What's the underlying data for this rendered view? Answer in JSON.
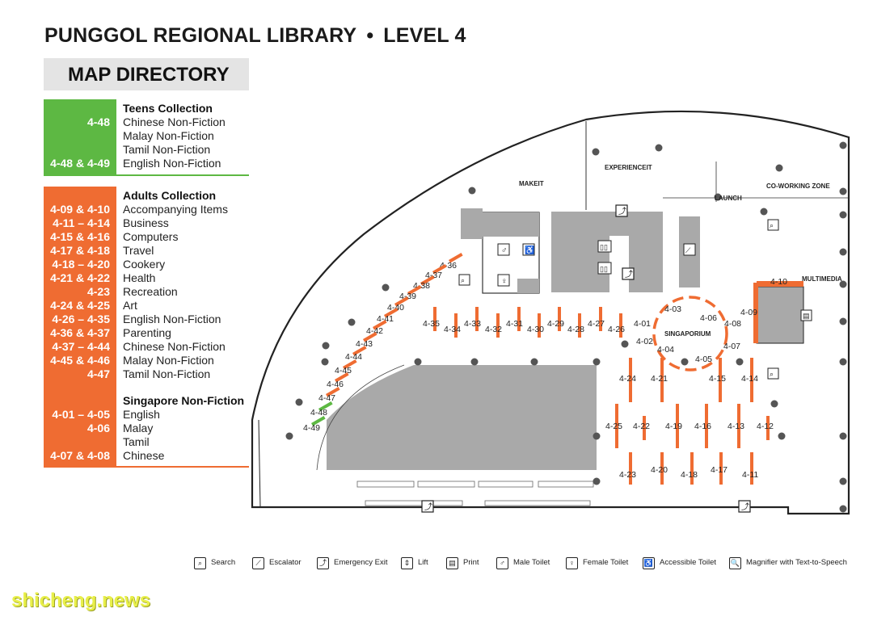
{
  "header": {
    "title_main": "PUNGGOL REGIONAL LIBRARY",
    "title_sep": "•",
    "title_level": "LEVEL 4"
  },
  "directory": {
    "heading": "MAP DIRECTORY",
    "teens": {
      "title": "Teens Collection",
      "color": "#5db843",
      "rows": [
        {
          "code": "4-48",
          "label": "Chinese Non-Fiction"
        },
        {
          "code": "",
          "label": "Malay Non-Fiction"
        },
        {
          "code": "",
          "label": "Tamil Non-Fiction"
        },
        {
          "code": "4-48 & 4-49",
          "label": "English Non-Fiction"
        }
      ]
    },
    "adults": {
      "title": "Adults Collection",
      "color": "#ef6c32",
      "rows": [
        {
          "code": "4-09 & 4-10",
          "label": "Accompanying Items"
        },
        {
          "code": "4-11 – 4-14",
          "label": "Business"
        },
        {
          "code": "4-15 & 4-16",
          "label": "Computers"
        },
        {
          "code": "4-17 & 4-18",
          "label": "Travel"
        },
        {
          "code": "4-18 – 4-20",
          "label": "Cookery"
        },
        {
          "code": "4-21 & 4-22",
          "label": "Health"
        },
        {
          "code": "4-23",
          "label": "Recreation"
        },
        {
          "code": "4-24 & 4-25",
          "label": "Art"
        },
        {
          "code": "4-26 – 4-35",
          "label": "English Non-Fiction"
        },
        {
          "code": "4-36 & 4-37",
          "label": "Parenting"
        },
        {
          "code": "4-37 – 4-44",
          "label": "Chinese Non-Fiction"
        },
        {
          "code": "4-45 & 4-46",
          "label": "Malay Non-Fiction"
        },
        {
          "code": "4-47",
          "label": "Tamil Non-Fiction"
        }
      ],
      "singapore_title": "Singapore Non-Fiction",
      "singapore_rows": [
        {
          "code": "4-01 – 4-05",
          "label": "English"
        },
        {
          "code": "4-06",
          "label": "Malay"
        },
        {
          "code": "",
          "label": "Tamil"
        },
        {
          "code": "4-07 & 4-08",
          "label": "Chinese"
        }
      ]
    }
  },
  "map": {
    "zones": [
      "MAKEIT",
      "EXPERIENCEIT",
      "LAUNCH",
      "CO-WORKING ZONE",
      "MULTIMEDIA",
      "SINGAPORIUM"
    ],
    "shelves": [
      "4-01",
      "4-02",
      "4-03",
      "4-04",
      "4-05",
      "4-06",
      "4-07",
      "4-08",
      "4-09",
      "4-10",
      "4-11",
      "4-12",
      "4-13",
      "4-14",
      "4-15",
      "4-16",
      "4-17",
      "4-18",
      "4-19",
      "4-20",
      "4-21",
      "4-22",
      "4-23",
      "4-24",
      "4-25",
      "4-26",
      "4-27",
      "4-28",
      "4-29",
      "4-30",
      "4-31",
      "4-32",
      "4-33",
      "4-34",
      "4-35",
      "4-36",
      "4-37",
      "4-38",
      "4-39",
      "4-40",
      "4-41",
      "4-42",
      "4-43",
      "4-44",
      "4-45",
      "4-46",
      "4-47",
      "4-48",
      "4-49"
    ],
    "shelf_color_adult": "#ef6c32",
    "shelf_color_teen": "#5db843",
    "room_color": "#a9a9a9"
  },
  "legend": [
    {
      "icon": "search-icon",
      "label": "Search"
    },
    {
      "icon": "escalator-icon",
      "label": "Escalator"
    },
    {
      "icon": "emergency-exit-icon",
      "label": "Emergency Exit"
    },
    {
      "icon": "lift-icon",
      "label": "Lift"
    },
    {
      "icon": "print-icon",
      "label": "Print"
    },
    {
      "icon": "male-toilet-icon",
      "label": "Male Toilet"
    },
    {
      "icon": "female-toilet-icon",
      "label": "Female Toilet"
    },
    {
      "icon": "accessible-toilet-icon",
      "label": "Accessible Toilet"
    },
    {
      "icon": "magnifier-tts-icon",
      "label": "Magnifier with Text-to-Speech"
    }
  ],
  "watermark": "shicheng.news"
}
